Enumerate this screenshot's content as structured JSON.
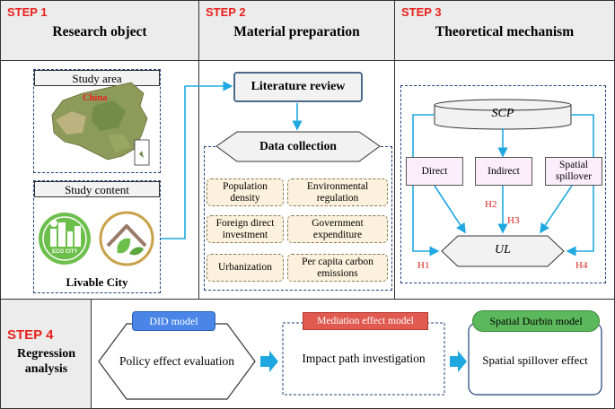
{
  "steps": {
    "s1": {
      "step": "STEP 1",
      "title": "Research object"
    },
    "s2": {
      "step": "STEP 2",
      "title": "Material preparation"
    },
    "s3": {
      "step": "STEP 3",
      "title": "Theoretical mechanism"
    },
    "s4": {
      "step": "STEP 4",
      "title_line1": "Regression",
      "title_line2": "analysis"
    }
  },
  "research": {
    "study_area": "Study area",
    "map_label": "China",
    "study_content": "Study content",
    "city_badge": "ECO CITY",
    "livable_city": "Livable City"
  },
  "material": {
    "literature_review": "Literature review",
    "data_collection": "Data collection",
    "items": [
      {
        "line1": "Population",
        "line2": "density"
      },
      {
        "line1": "Environmental",
        "line2": "regulation"
      },
      {
        "line1": "Foreign direct",
        "line2": "investment"
      },
      {
        "line1": "Government",
        "line2": "expenditure"
      },
      {
        "line1": "Urbanization",
        "line2": ""
      },
      {
        "line1": "Per capita carbon",
        "line2": "emissions"
      }
    ]
  },
  "mechanism": {
    "scp": "SCP",
    "direct": "Direct",
    "indirect": "Indirect",
    "spatial_line1": "Spatial",
    "spatial_line2": "spillover",
    "ul": "UL",
    "h1": "H1",
    "h2": "H2",
    "h3": "H3",
    "h4": "H4"
  },
  "regression": {
    "did_model": "DID model",
    "policy_effect": "Policy effect evaluation",
    "mediation_model": "Mediation effect model",
    "impact_path": "Impact path investigation",
    "spatial_durbin": "Spatial Durbin model",
    "spatial_spillover_effect": "Spatial spillover effect"
  },
  "colors": {
    "step_red": "#e8211c",
    "arrow_blue": "#1fa8e0",
    "did_blue": "#4a86e8",
    "mediation_red": "#e05a50",
    "durbin_green": "#5cb85c"
  }
}
